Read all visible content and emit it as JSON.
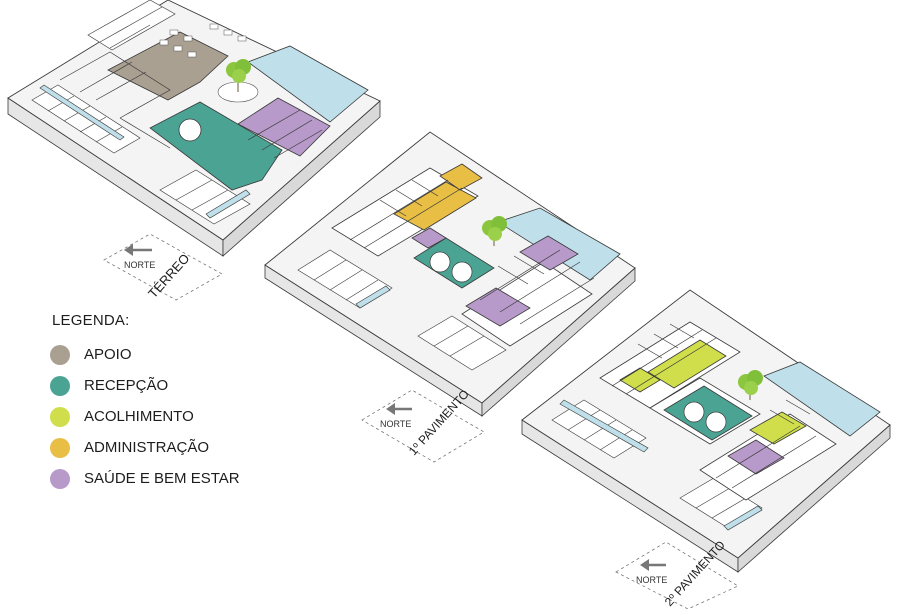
{
  "colors": {
    "apoio": "#aaa091",
    "recepcao": "#4ba393",
    "acolhimento": "#cfde4a",
    "administracao": "#e8be45",
    "saude": "#b79ac9",
    "water": "#bfe0ea",
    "tree": "#8cc63f",
    "line": "#3a3a3a",
    "slab": "#efefef"
  },
  "legend": {
    "title": "LEGENDA:",
    "items": [
      {
        "label": "APOIO",
        "color": "#aaa091"
      },
      {
        "label": "RECEPÇÃO",
        "color": "#4ba393"
      },
      {
        "label": "ACOLHIMENTO",
        "color": "#cfde4a"
      },
      {
        "label": "ADMINISTRAÇÃO",
        "color": "#e8be45"
      },
      {
        "label": "SAÚDE E BEM ESTAR",
        "color": "#b79ac9"
      }
    ]
  },
  "floors": [
    {
      "id": "terreo",
      "north_label": "NORTE",
      "floor_label": "TÉRREO"
    },
    {
      "id": "primeiro",
      "north_label": "NORTE",
      "floor_label": "1º PAVIMENTO"
    },
    {
      "id": "segundo",
      "north_label": "NORTE",
      "floor_label": "2º PAVIMENTO"
    }
  ]
}
